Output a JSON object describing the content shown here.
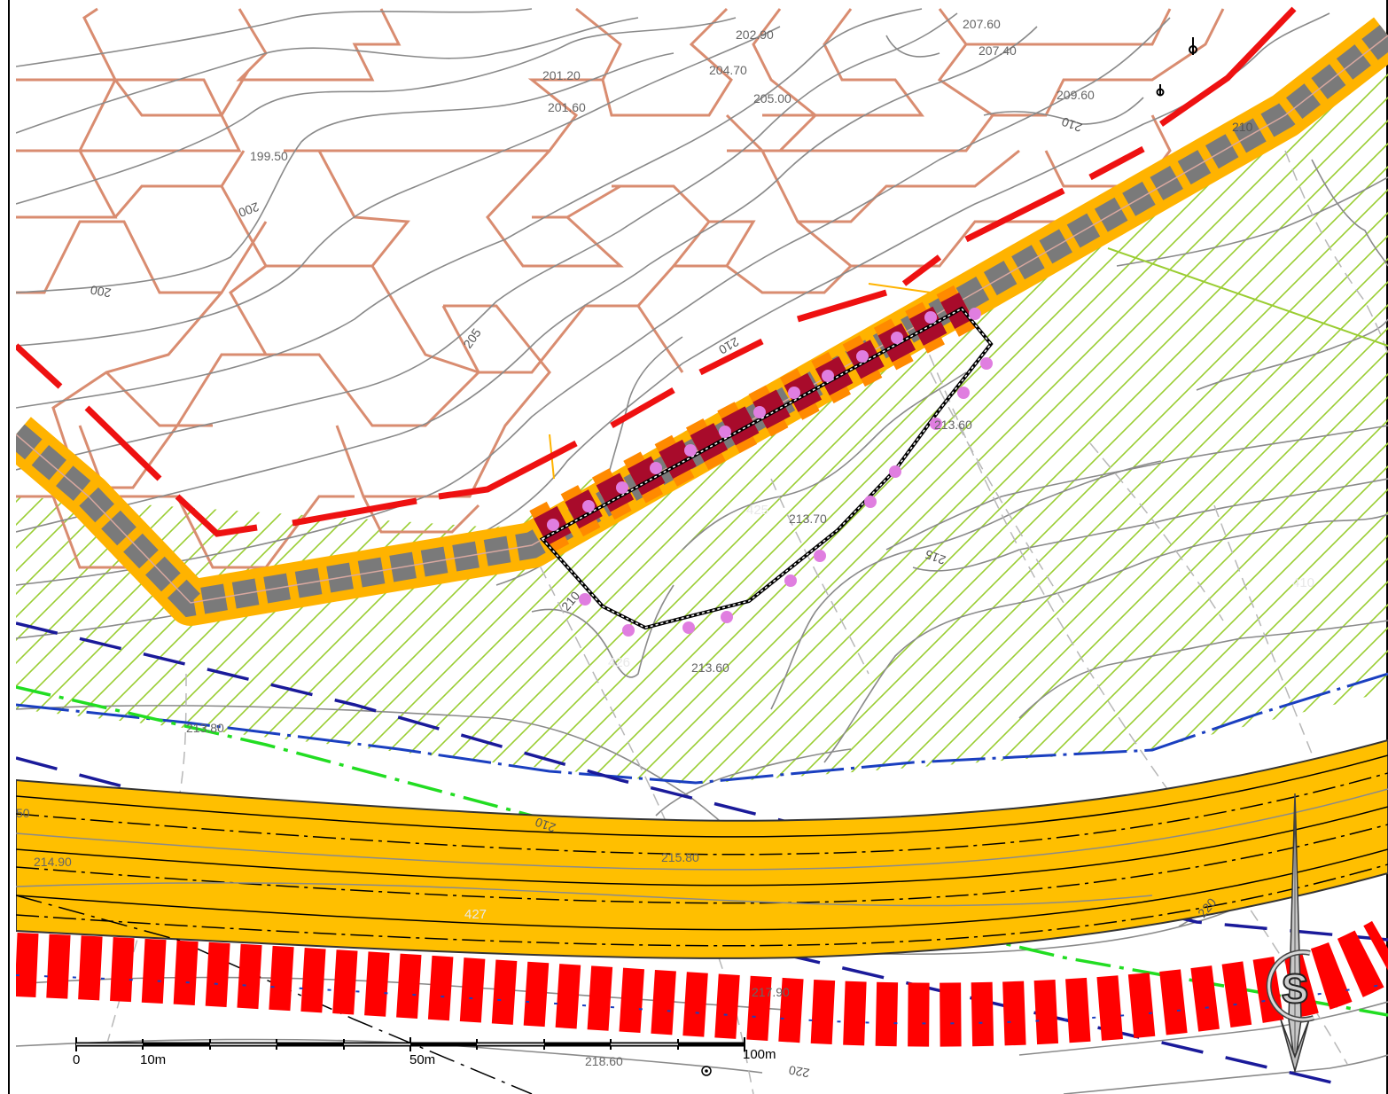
{
  "map": {
    "colors": {
      "background": "#ffffff",
      "contour": "#8a8a8a",
      "terraces": "#d98c70",
      "forest_hatch": "#9acd32",
      "road_fill": "#ffbf00",
      "path_fill": "#ffb300",
      "path_blocks": "#7a7a7a",
      "railway": "#ff0000",
      "red_dashed_line": "#ee1111",
      "work_area_blocks": "#a80b2b",
      "work_area_orange": "#ff8a00",
      "markers": "#e07ee0",
      "blue_boundary": "#1a3fc0",
      "navy_dashed": "#1a1a9a",
      "green_dashdot": "#22dd22"
    },
    "spot_heights": [
      "207.60",
      "207.40",
      "202.90",
      "204.70",
      "201.20",
      "201.60",
      "205.00",
      "209.60",
      "199.50",
      "213.60",
      "213.70",
      "213.60",
      "213.80",
      "215.80",
      "214.90",
      "217.90",
      "218.60"
    ],
    "contour_labels": [
      "210",
      "200",
      "200",
      "205",
      "210",
      "210",
      "215",
      "210",
      "210",
      "220",
      "220"
    ],
    "parcel_numbers": [
      "425",
      "426",
      "410",
      "427"
    ],
    "edge_fragments": [
      "50"
    ],
    "symbols": [
      "tree-symbol",
      "tree-symbol",
      "point-symbol"
    ],
    "scale_bar": {
      "labels": [
        "0",
        "10m",
        "50m",
        "100m"
      ]
    },
    "north_arrow": {
      "letter": "S"
    }
  }
}
